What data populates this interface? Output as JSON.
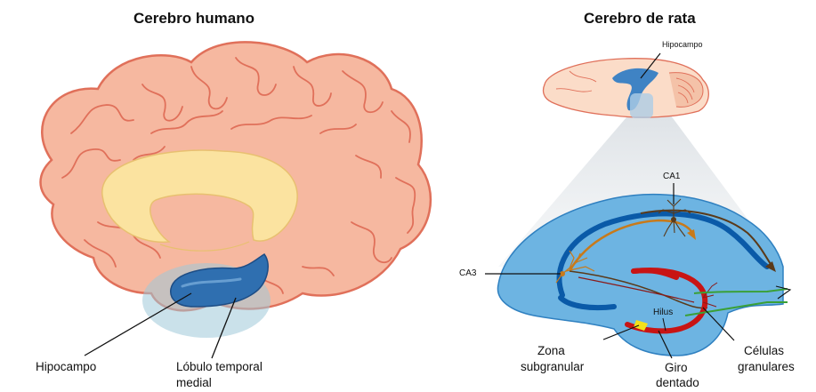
{
  "human": {
    "title": "Cerebro humano",
    "labels": {
      "hippocampus": "Hipocampo",
      "temporal_lobe_line1": "Lóbulo temporal",
      "temporal_lobe_line2": "medial"
    }
  },
  "rat": {
    "title": "Cerebro de rata",
    "labels": {
      "hippocampus": "Hipocampo",
      "ca1": "CA1",
      "ca3": "CA3",
      "hilus": "Hilus",
      "subgranular_line1": "Zona",
      "subgranular_line2": "subgranular",
      "dentate_line1": "Giro",
      "dentate_line2": "dentado",
      "granular_line1": "Células",
      "granular_line2": "granulares"
    }
  },
  "colors": {
    "brain_fill": "#f6b8a0",
    "brain_outline": "#e0705a",
    "limbic_yellow": "#fbe3a0",
    "hippocampus_blue": "#2f6fb0",
    "temporal_lobe_overlay": "#9ec9d8",
    "rat_hippocampus_fill": "#6db4e2",
    "ca_band_blue": "#0a5aa8",
    "pathway_orange": "#c87a1a",
    "pathway_brown": "#5a3a1a",
    "dentate_red": "#c81414",
    "pathway_green": "#3aa037",
    "subgranular_yellow": "#f2e01a"
  }
}
